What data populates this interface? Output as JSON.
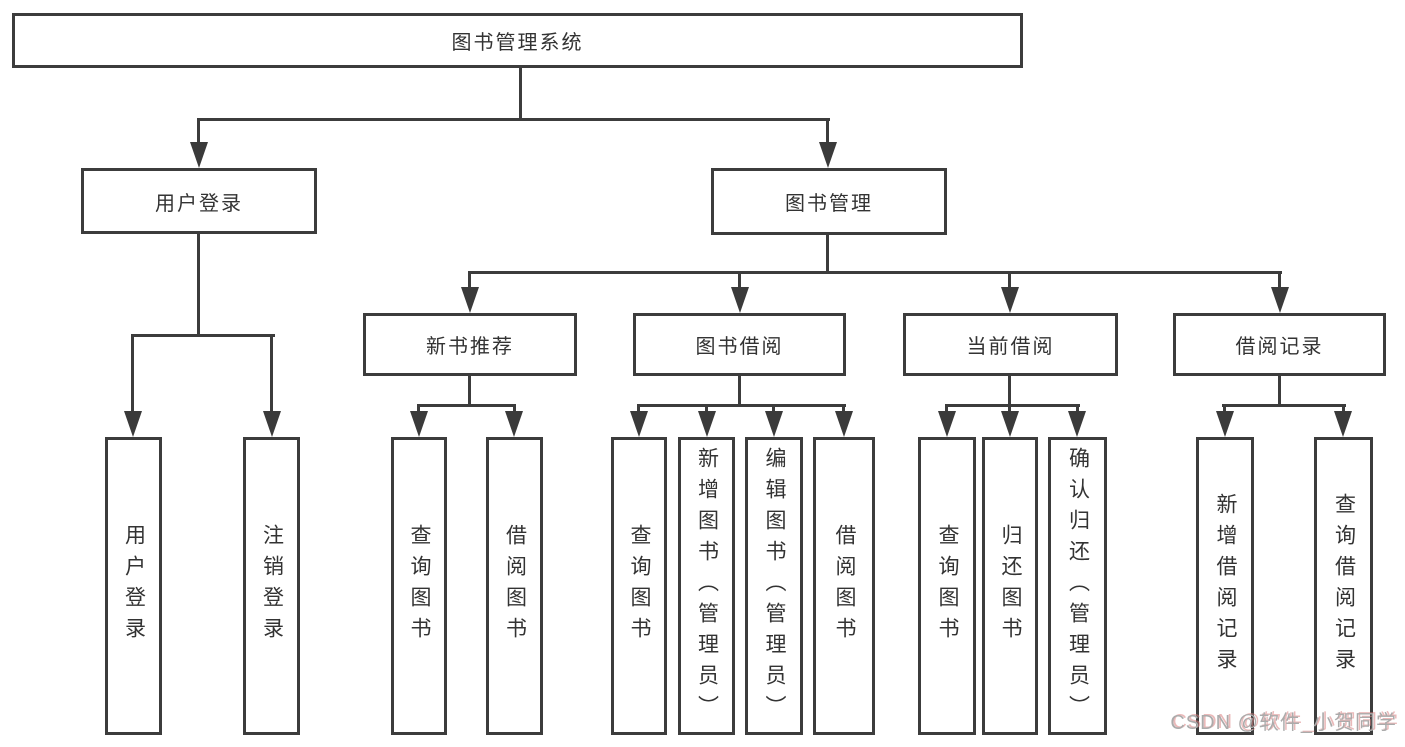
{
  "diagram": {
    "root": "图书管理系统",
    "user_login": {
      "label": "用户登录",
      "children": [
        "用户登录",
        "注销登录"
      ]
    },
    "book_manage": {
      "label": "图书管理"
    },
    "new_book": {
      "label": "新书推荐",
      "children": [
        "查询图书",
        "借阅图书"
      ]
    },
    "book_borrow": {
      "label": "图书借阅",
      "children": [
        "查询图书",
        "新增图书（管理员）",
        "编辑图书（管理员）",
        "借阅图书"
      ]
    },
    "current_borrow": {
      "label": "当前借阅",
      "children": [
        "查询图书",
        "归还图书",
        "确认归还（管理员）"
      ]
    },
    "borrow_records": {
      "label": "借阅记录",
      "children": [
        "新增借阅记录",
        "查询借阅记录"
      ]
    }
  },
  "watermark": "CSDN @软件_小贺同学",
  "colors": {
    "line": "#3c3c3c",
    "text": "#333333",
    "watermark_gray": "#ababab",
    "watermark_red": "#d98080",
    "background": "#ffffff"
  }
}
